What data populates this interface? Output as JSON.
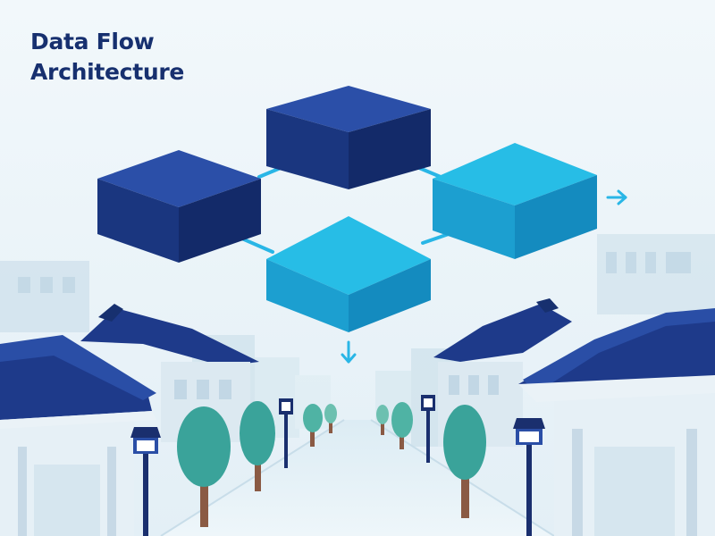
{
  "title": {
    "line1": "Data Flow",
    "line2": "Architecture"
  },
  "colors": {
    "sky": "#eef5f9",
    "navy": "#17306f",
    "block_navy": "#1f3f91",
    "block_cyan": "#1fb0dd",
    "connector": "#29b6e6",
    "roof": "#1e3a8a",
    "tree": "#3aa39a",
    "trunk": "#8a5a44",
    "lamp": "#1a2f6e"
  },
  "blocks": [
    {
      "id": "block-top",
      "color": "navy"
    },
    {
      "id": "block-left",
      "color": "navy"
    },
    {
      "id": "block-right",
      "color": "cyan"
    },
    {
      "id": "block-center",
      "color": "cyan"
    }
  ],
  "arrows": [
    {
      "id": "arrow-output-right",
      "direction": "right"
    },
    {
      "id": "arrow-output-down",
      "direction": "down"
    }
  ],
  "background": {
    "scene": "street with traditional tiled-roof buildings, trees and street lamps"
  }
}
